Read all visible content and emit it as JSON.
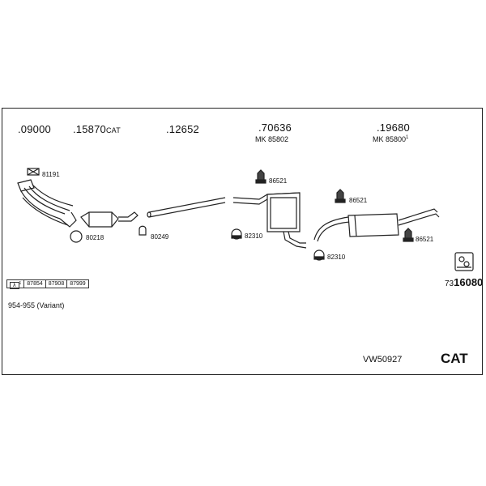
{
  "part_numbers": [
    {
      "number": ".09000",
      "suffix": "",
      "sub": ""
    },
    {
      "number": ".15870",
      "suffix": "CAT",
      "sub": ""
    },
    {
      "number": ".12652",
      "suffix": "",
      "sub": ""
    },
    {
      "number": ".70636",
      "suffix": "",
      "sub": "MK 85802"
    },
    {
      "number": ".19680",
      "suffix": "",
      "sub": "MK 85800",
      "sub_sup": "1"
    }
  ],
  "accessory_labels": {
    "gasket_top": "81191",
    "ring_left": "80218",
    "clamp_mid": "80249",
    "hanger_center": "86521",
    "ring_center": "82310",
    "hanger_right_top": "86521",
    "ring_right": "82310",
    "hanger_right_bottom": "86521"
  },
  "lambda_symbol": "λ",
  "lambda_sup": "1",
  "sensor_codes": [
    "87854",
    "87908",
    "87999"
  ],
  "kit_code_prefix": "73",
  "kit_code_main": "16080",
  "variant_note": "954-955 (Variant)",
  "set_id": "VW50927",
  "cat_label": "CAT"
}
